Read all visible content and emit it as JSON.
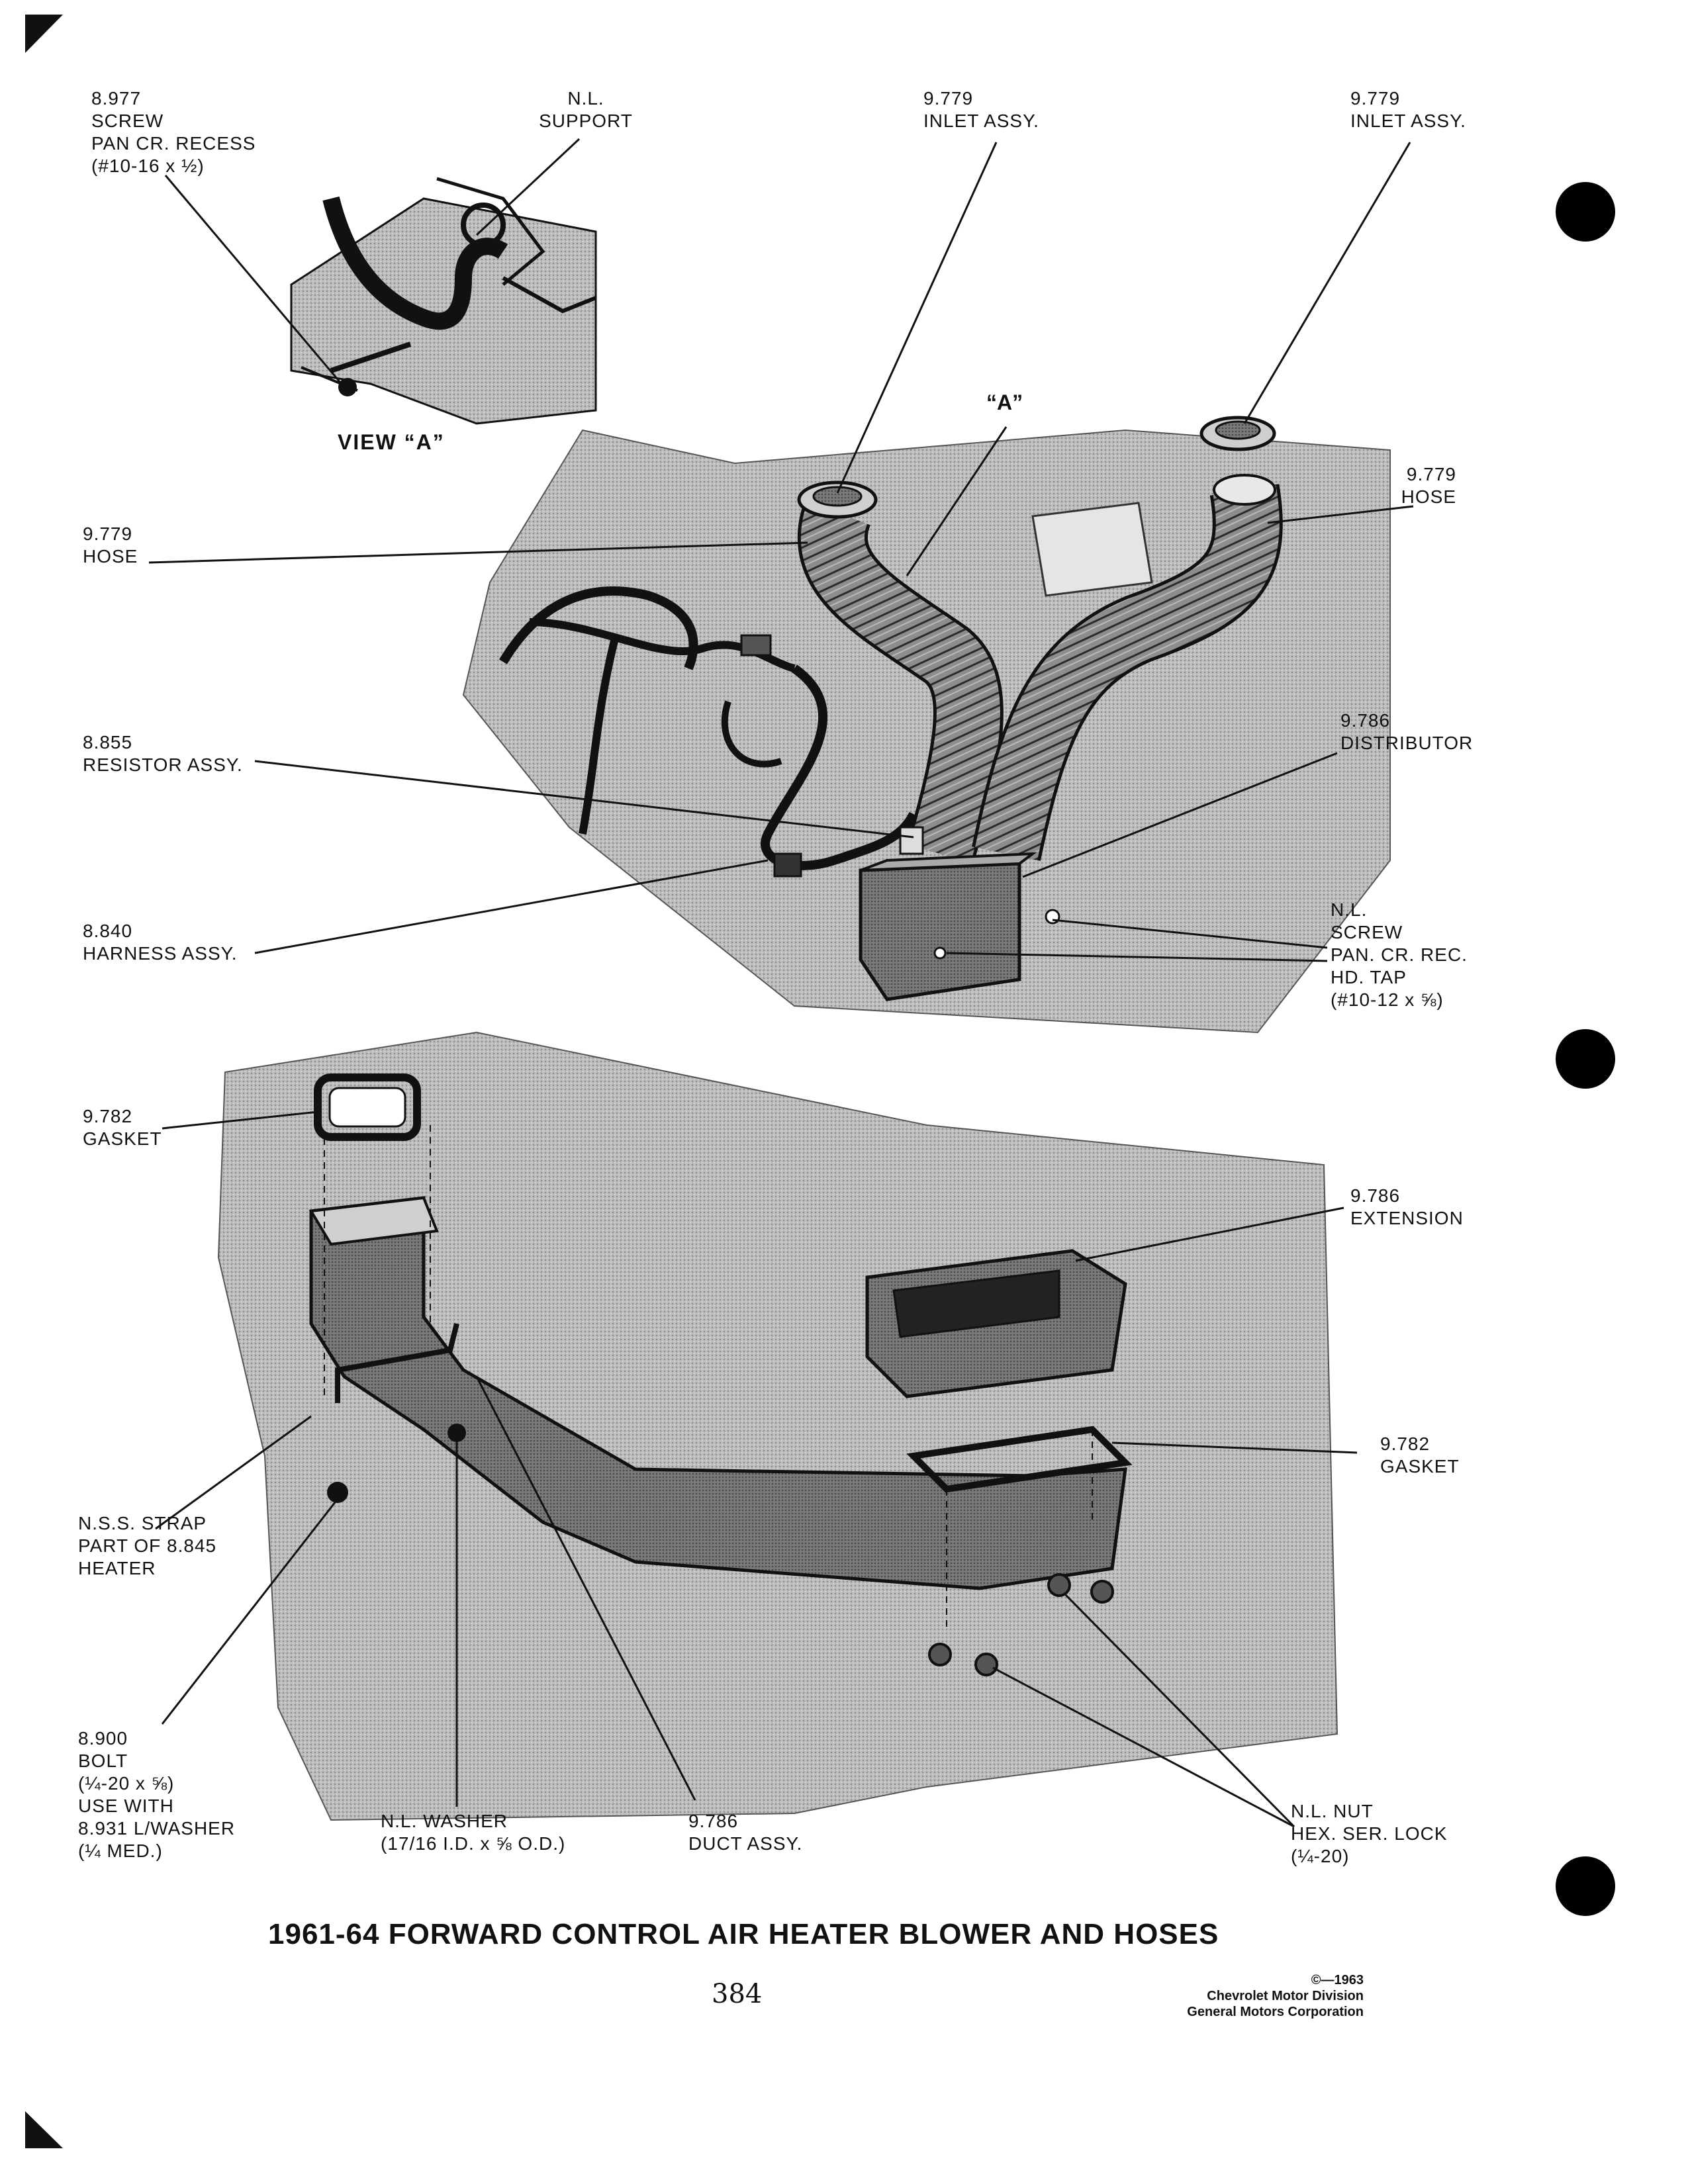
{
  "title": "1961-64 FORWARD CONTROL AIR HEATER BLOWER AND HOSES",
  "page_number": "384",
  "copyright": {
    "line1": "©—1963",
    "line2": "Chevrolet Motor Division",
    "line3": "General Motors Corporation"
  },
  "view_title": "VIEW “A”",
  "view_marker": "“A”",
  "callouts": {
    "screw_view_a": [
      "8.977",
      "SCREW",
      "PAN CR. RECESS",
      "(#10-16 x ½)"
    ],
    "support": [
      "N.L.",
      "SUPPORT"
    ],
    "inlet_left": [
      "9.779",
      "INLET ASSY."
    ],
    "inlet_right": [
      "9.779",
      "INLET ASSY."
    ],
    "hose_left": [
      "9.779",
      "HOSE"
    ],
    "hose_right": [
      "9.779",
      "HOSE"
    ],
    "distributor": [
      "9.786",
      "DISTRIBUTOR"
    ],
    "resistor": [
      "8.855",
      "RESISTOR ASSY."
    ],
    "harness": [
      "8.840",
      "HARNESS ASSY."
    ],
    "screw_tap": [
      "N.L.",
      "SCREW",
      "PAN. CR. REC.",
      "HD. TAP",
      "(#10-12 x ⅝)"
    ],
    "gasket_top": [
      "9.782",
      "GASKET"
    ],
    "extension": [
      "9.786",
      "EXTENSION"
    ],
    "gasket_right": [
      "9.782",
      "GASKET"
    ],
    "strap": [
      "N.S.S. STRAP",
      "PART OF 8.845",
      "HEATER"
    ],
    "bolt": [
      "8.900",
      "BOLT",
      "(¼-20 x ⅝)",
      "USE WITH",
      "8.931 L/WASHER",
      "(¼ MED.)"
    ],
    "washer": [
      "N.L. WASHER",
      "(17/16 I.D. x ⅝ O.D.)"
    ],
    "duct": [
      "9.786",
      "DUCT ASSY."
    ],
    "nut": [
      "N.L. NUT",
      "HEX. SER. LOCK",
      "(¼-20)"
    ]
  },
  "colors": {
    "ink": "#111111",
    "shade": "#9a9a9a",
    "duct_shade": "#6f6f6f",
    "paper": "#ffffff"
  }
}
